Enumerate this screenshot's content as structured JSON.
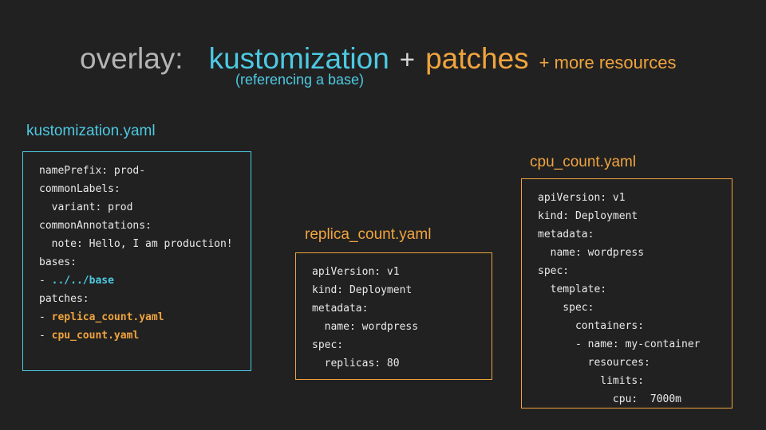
{
  "colors": {
    "background": "#212121",
    "cyan": "#4dc9e2",
    "orange": "#f0a43e",
    "gray": "#b4b4b4",
    "plus": "#d8d8d8",
    "code": "#e9e9e9"
  },
  "title": {
    "overlay": "overlay:",
    "kustomization": "kustomization",
    "plus": "+",
    "patches": "patches",
    "more_resources": "+ more resources",
    "subtitle": "(referencing a base)"
  },
  "files": [
    {
      "name": "kustomization.yaml",
      "accent": "cyan",
      "lines": [
        [
          {
            "t": "namePrefix: prod-"
          }
        ],
        [
          {
            "t": "commonLabels:"
          }
        ],
        [
          {
            "t": "  variant: prod"
          }
        ],
        [
          {
            "t": "commonAnnotations:"
          }
        ],
        [
          {
            "t": "  note: Hello, I am production!"
          }
        ],
        [
          {
            "t": "bases:"
          }
        ],
        [
          {
            "t": "- "
          },
          {
            "t": "../../base",
            "c": "cyan",
            "b": true
          }
        ],
        [
          {
            "t": "patches:"
          }
        ],
        [
          {
            "t": "- "
          },
          {
            "t": "replica_count.yaml",
            "c": "orange",
            "b": true
          }
        ],
        [
          {
            "t": "- "
          },
          {
            "t": "cpu_count.yaml",
            "c": "orange",
            "b": true
          }
        ]
      ]
    },
    {
      "name": "replica_count.yaml",
      "accent": "orange",
      "lines": [
        [
          {
            "t": "apiVersion: v1"
          }
        ],
        [
          {
            "t": "kind: Deployment"
          }
        ],
        [
          {
            "t": "metadata:"
          }
        ],
        [
          {
            "t": "  name: wordpress"
          }
        ],
        [
          {
            "t": "spec:"
          }
        ],
        [
          {
            "t": "  replicas: 80"
          }
        ]
      ]
    },
    {
      "name": "cpu_count.yaml",
      "accent": "orange",
      "lines": [
        [
          {
            "t": "apiVersion: v1"
          }
        ],
        [
          {
            "t": "kind: Deployment"
          }
        ],
        [
          {
            "t": "metadata:"
          }
        ],
        [
          {
            "t": "  name: wordpress"
          }
        ],
        [
          {
            "t": "spec:"
          }
        ],
        [
          {
            "t": "  template:"
          }
        ],
        [
          {
            "t": "    spec:"
          }
        ],
        [
          {
            "t": "      containers:"
          }
        ],
        [
          {
            "t": "      - name: my-container"
          }
        ],
        [
          {
            "t": "        resources:"
          }
        ],
        [
          {
            "t": "          limits:"
          }
        ],
        [
          {
            "t": "            cpu:  7000m"
          }
        ]
      ]
    }
  ]
}
